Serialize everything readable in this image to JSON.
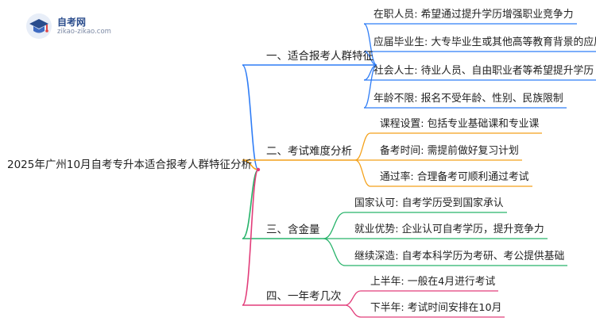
{
  "logo": {
    "name": "自考网",
    "url": "zikao-zikao.com",
    "icon": "graduation-cap-icon"
  },
  "root": "2025年广州10月自考专升本适合报考人群特征分析",
  "branches": [
    {
      "label": "一、适合报考人群特征",
      "color": "#2f7df6",
      "leaves": [
        "在职人员: 希望通过提升学历增强职业竞争力",
        "应届毕业生: 大专毕业生或其他高等教育背景的应届生",
        "社会人士: 待业人员、自由职业者等希望提升学历",
        "年龄不限: 报名不受年龄、性别、民族限制"
      ]
    },
    {
      "label": "二、考试难度分析",
      "color": "#f4a11a",
      "leaves": [
        "课程设置: 包括专业基础课和专业课",
        "备考时间: 需提前做好复习计划",
        "通过率: 合理备考可顺利通过考试"
      ]
    },
    {
      "label": "三、含金量",
      "color": "#27b36a",
      "leaves": [
        "国家认可: 自考学历受到国家承认",
        "就业优势: 企业认可自考学历，提升竞争力",
        "继续深造: 自考本科学历为考研、考公提供基础"
      ]
    },
    {
      "label": "四、一年考几次",
      "color": "#e23d7a",
      "leaves": [
        "上半年: 一般在4月进行考试",
        "下半年: 考试时间安排在10月"
      ]
    }
  ]
}
